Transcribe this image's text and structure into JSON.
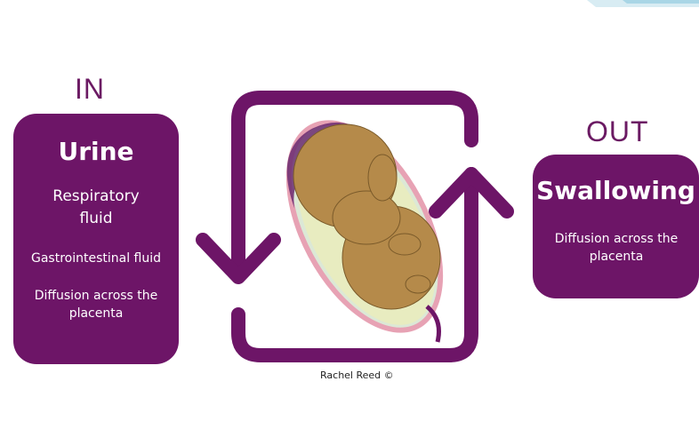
{
  "in_section": {
    "heading": "IN",
    "title": "Urine",
    "items": [
      "Respiratory fluid",
      "Gastrointestinal fluid",
      "Diffusion across the placenta"
    ]
  },
  "out_section": {
    "heading": "OUT",
    "title": "Swallowing",
    "items": [
      "Diffusion across the placenta"
    ]
  },
  "credit": "Rachel Reed ©",
  "colors": {
    "accent": "#6d1567",
    "heading": "#6b1a63",
    "fetus": "#b58a4a",
    "fluid": "#e8ecc0"
  },
  "icons": [
    "fetus-in-uterus-illustration",
    "down-arrow-icon",
    "up-arrow-icon"
  ]
}
